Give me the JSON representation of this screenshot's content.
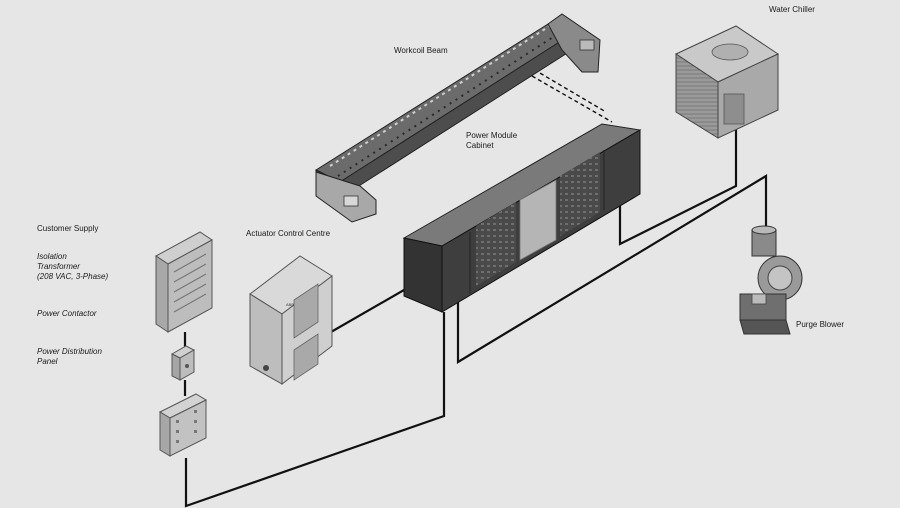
{
  "labels": {
    "workcoil_beam": "Workcoil Beam",
    "water_chiller": "Water Chiller",
    "power_module_cabinet_line1": "Power Module",
    "power_module_cabinet_line2": "Cabinet",
    "actuator_control_centre": "Actuator Control Centre",
    "customer_supply": "Customer Supply",
    "isolation_transformer_line1": "Isolation",
    "isolation_transformer_line2": "Transformer",
    "isolation_transformer_line3": "(208 VAC, 3-Phase)",
    "power_contactor": "Power Contactor",
    "power_distribution_panel_line1": "Power Distribution",
    "power_distribution_panel_line2": "Panel",
    "purge_blower": "Purge Blower"
  },
  "equipment_plates": {
    "actuator_badge": "ABB"
  }
}
